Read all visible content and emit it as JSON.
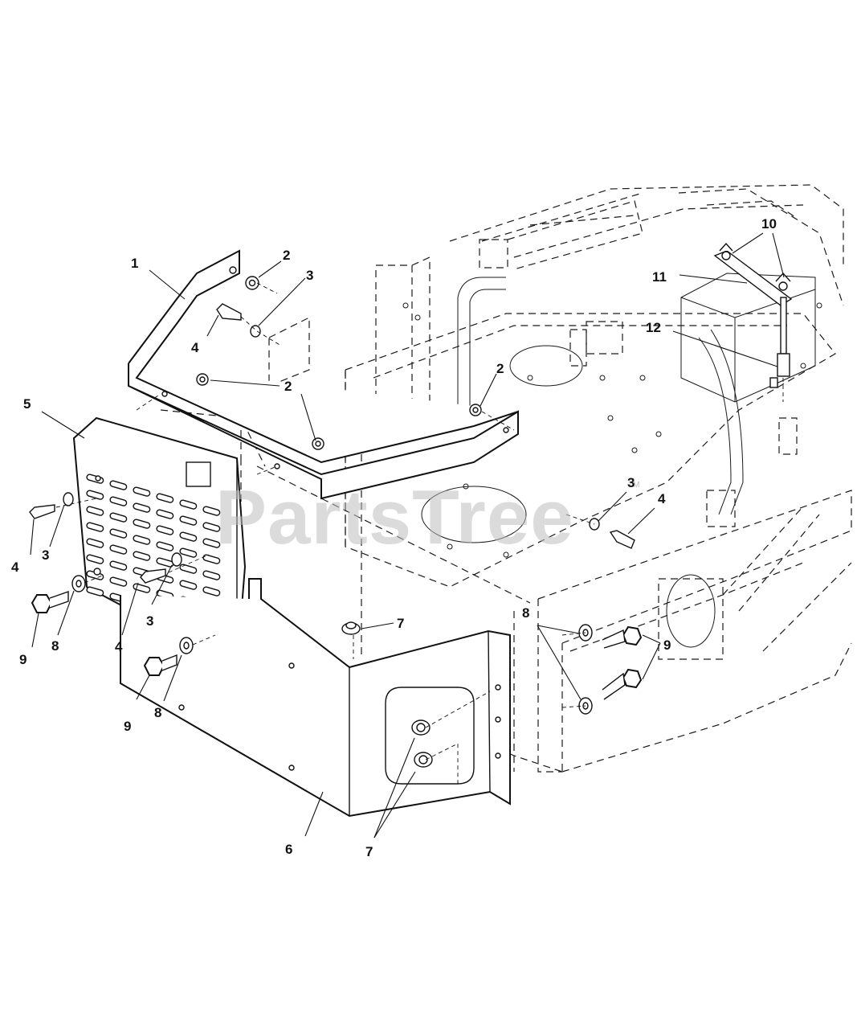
{
  "watermark": {
    "text": "PartsTree",
    "trademark": "TM"
  },
  "callouts": [
    {
      "id": "c1a",
      "text": "1"
    },
    {
      "id": "c2a",
      "text": "2"
    },
    {
      "id": "c2b",
      "text": "2"
    },
    {
      "id": "c2c",
      "text": "2"
    },
    {
      "id": "c3a",
      "text": "3"
    },
    {
      "id": "c3b",
      "text": "3"
    },
    {
      "id": "c3c",
      "text": "3"
    },
    {
      "id": "c3d",
      "text": "3"
    },
    {
      "id": "c4a",
      "text": "4"
    },
    {
      "id": "c4b",
      "text": "4"
    },
    {
      "id": "c4c",
      "text": "4"
    },
    {
      "id": "c4d",
      "text": "4"
    },
    {
      "id": "c5a",
      "text": "5"
    },
    {
      "id": "c6a",
      "text": "6"
    },
    {
      "id": "c7a",
      "text": "7"
    },
    {
      "id": "c7b",
      "text": "7"
    },
    {
      "id": "c8a",
      "text": "8"
    },
    {
      "id": "c8b",
      "text": "8"
    },
    {
      "id": "c8c",
      "text": "8"
    },
    {
      "id": "c9a",
      "text": "9"
    },
    {
      "id": "c9b",
      "text": "9"
    },
    {
      "id": "c9c",
      "text": "9"
    },
    {
      "id": "c10a",
      "text": "10"
    },
    {
      "id": "c11a",
      "text": "11"
    },
    {
      "id": "c12a",
      "text": "12"
    }
  ]
}
